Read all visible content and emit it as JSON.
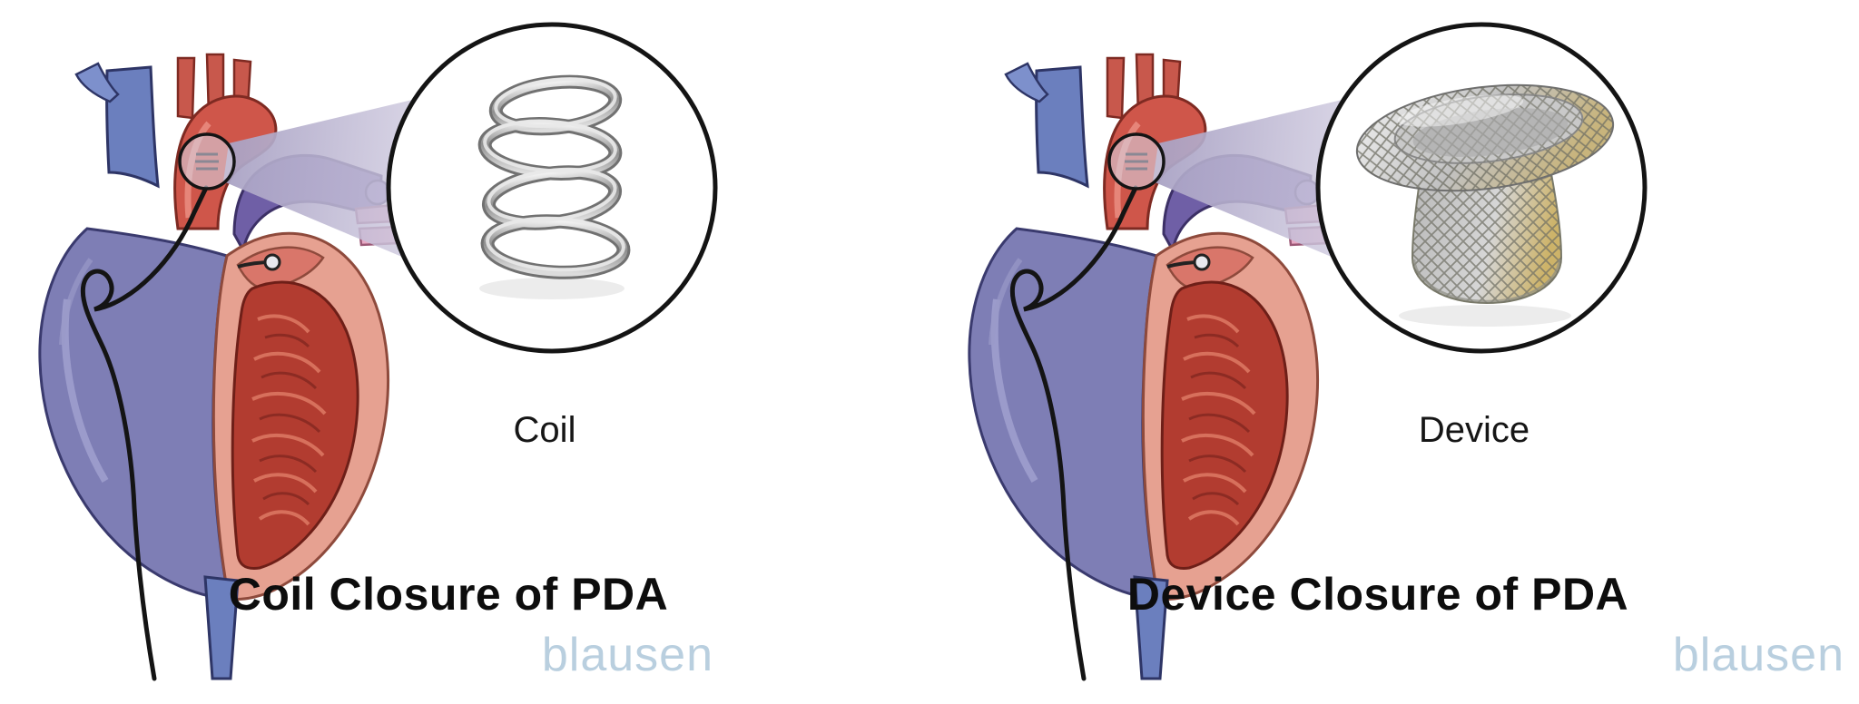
{
  "panels": [
    {
      "id": "coil-closure",
      "inset_label": "Coil",
      "title": "Coil Closure of PDA",
      "watermark": "blausen"
    },
    {
      "id": "device-closure",
      "inset_label": "Device",
      "title": "Device Closure of PDA",
      "watermark": "blausen"
    }
  ],
  "icons": {
    "heart": "heart-anatomy-illustration",
    "inset": "magnified-inset-circle",
    "coil": "metal-coil-implant",
    "device": "mesh-occluder-device"
  },
  "colors": {
    "background": "#ffffff",
    "title_text": "#0d0d0d",
    "label_text": "#161616",
    "watermark_blue": "#b9cfdf",
    "aorta_red": "#cf564a",
    "vein_blue": "#6b7fbe",
    "pulmonary_purple": "#6f5fa6",
    "heart_muscle_red": "#b23c30",
    "beam_lavender": "#cfcadf",
    "coil_metal": "#9a9a9a",
    "device_gold": "#c9b478"
  }
}
